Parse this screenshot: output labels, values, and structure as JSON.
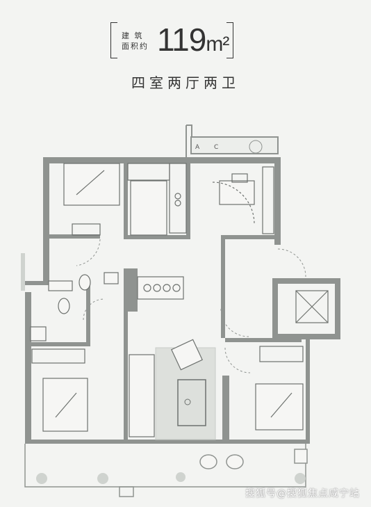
{
  "header": {
    "area_label_line1": "建 筑",
    "area_label_line2": "面积约",
    "area_number": "119",
    "area_unit": "m²",
    "layout_title": "四室两厅两卫"
  },
  "plan": {
    "balcony_letters": [
      "A",
      "C"
    ]
  },
  "watermark": "搜狐号@搜狐焦点咸宁站",
  "colors": {
    "background": "#f3f4f2",
    "wall": "#8f9390",
    "wall_dark": "#6d716e",
    "text": "#333333",
    "rug": "#dde0dc"
  }
}
